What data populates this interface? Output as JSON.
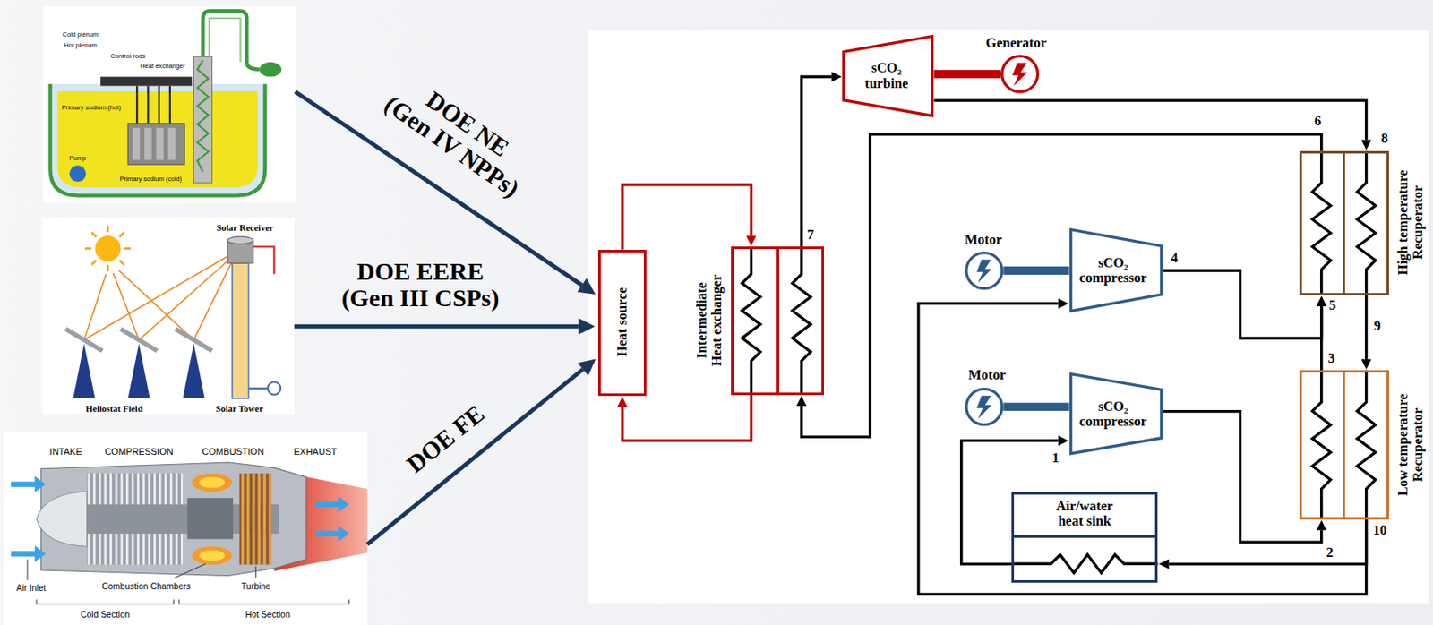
{
  "diagram": {
    "nodes": [
      {
        "text": [
          "Cold plenum",
          "Hot plenum",
          "Control rods",
          "Heat exchanger",
          "Primary sodium (hot)",
          "Pump",
          "Primary sodium (cold)"
        ]
      },
      {
        "text": [
          "Solar Receiver",
          "Heliostat Field",
          "Solar Tower"
        ]
      },
      {
        "text": [
          "INTAKE",
          "COMPRESSION",
          "COMBUSTION",
          "EXHAUST",
          "Air Inlet",
          "Combustion Chambers",
          "Turbine",
          "Cold Section",
          "Hot Section"
        ]
      },
      {
        "text": [
          "Heat source"
        ]
      },
      {
        "text": [
          "Intermediate Heat exchanger"
        ]
      },
      {
        "text": [
          "sCO₂ turbine"
        ]
      },
      {
        "text": [
          "Generator"
        ]
      },
      {
        "text": [
          "High temperature Recuperator"
        ]
      },
      {
        "text": [
          "Motor"
        ]
      },
      {
        "text": [
          "sCO₂ compressor"
        ]
      },
      {
        "text": [
          "Low temperature Recuperator"
        ]
      },
      {
        "text": [
          "Motor"
        ]
      },
      {
        "text": [
          "sCO₂ compressor"
        ]
      },
      {
        "text": [
          "Air/water heat sink"
        ]
      }
    ],
    "edges": [
      {
        "from": 0,
        "to": 3,
        "arrow": "to",
        "label": "DOE NE (Gen IV NPPs)"
      },
      {
        "from": 1,
        "to": 3,
        "arrow": "to",
        "label": "DOE EERE (Gen III CSPs)"
      },
      {
        "from": 2,
        "to": 3,
        "arrow": "to",
        "label": "DOE FE"
      },
      {
        "from": 3,
        "to": 4,
        "arrow": "to"
      },
      {
        "from": 4,
        "to": 3,
        "arrow": "to"
      },
      {
        "from": 4,
        "to": 5,
        "arrow": "to"
      },
      {
        "from": 5,
        "to": 6,
        "arrow": "none"
      },
      {
        "from": 5,
        "to": 7,
        "arrow": "to"
      },
      {
        "from": 7,
        "to": 10,
        "arrow": "to"
      },
      {
        "from": 10,
        "to": 13,
        "arrow": "to"
      },
      {
        "from": 10,
        "to": 9,
        "arrow": "to"
      },
      {
        "from": 8,
        "to": 9,
        "arrow": "none"
      },
      {
        "from": 9,
        "to": 7,
        "arrow": "to"
      },
      {
        "from": 13,
        "to": 12,
        "arrow": "to"
      },
      {
        "from": 11,
        "to": 12,
        "arrow": "none"
      },
      {
        "from": 12,
        "to": 10,
        "arrow": "to"
      },
      {
        "from": 10,
        "to": 7,
        "arrow": "to"
      },
      {
        "from": 7,
        "to": 4,
        "arrow": "to"
      }
    ],
    "labels": [
      "6",
      "8",
      "7",
      "4",
      "5",
      "9",
      "3",
      "1",
      "2",
      "10"
    ]
  }
}
